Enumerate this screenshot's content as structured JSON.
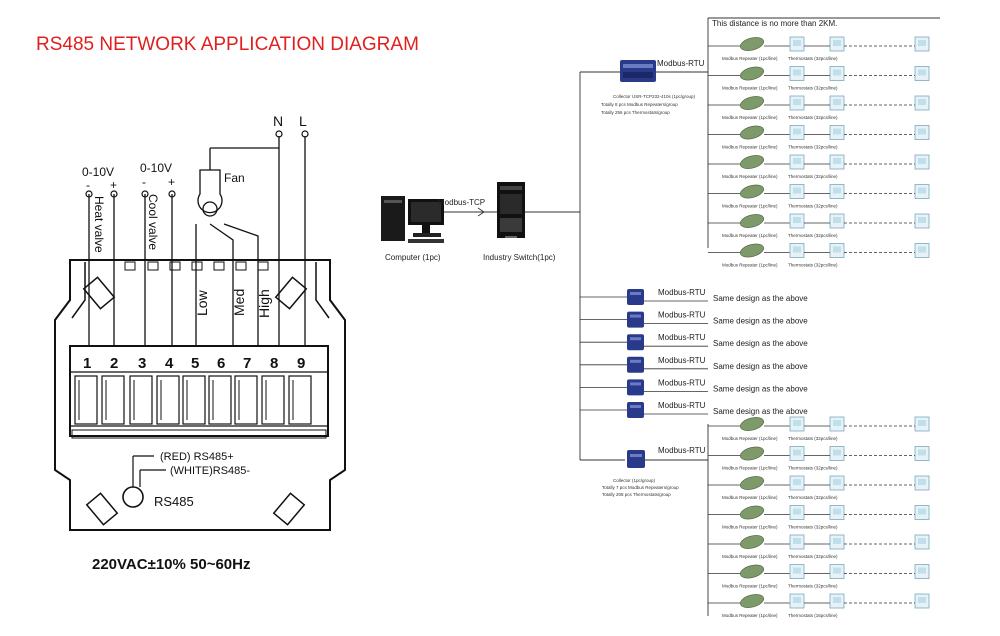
{
  "title": "RS485 NETWORK APPLICATION DIAGRAM",
  "supply": "220VAC±10%  50~60Hz",
  "wiring": {
    "n_label": "N",
    "l_label": "L",
    "heat_signal": "0-10V",
    "cool_signal": "0-10V",
    "heat_minus": "-",
    "heat_plus": "+",
    "cool_minus": "-",
    "cool_plus": "+",
    "heat_valve": "Heat valve",
    "cool_valve": "Cool valve",
    "fan": "Fan",
    "low": "Low",
    "med": "Med",
    "high": "High",
    "terminals": [
      "1",
      "2",
      "3",
      "4",
      "5",
      "6",
      "7",
      "8",
      "9"
    ],
    "rs485_red": "(RED) RS485+",
    "rs485_white": "(WHITE)RS485-",
    "rs485": "RS485"
  },
  "network": {
    "distance_note": "This distance is no more than 2KM.",
    "computer": "Computer (1pc)",
    "switch": "Industry Switch(1pc)",
    "modbus_tcp": "Modbus-TCP",
    "modbus_rtu": "Modbus-RTU",
    "collector_top": [
      "Collector USR-TCP232-410s (1pc/group)",
      "Totally 8 pcs Modbus Repeaters/group",
      "Totally 256 pcs Thermostats/group"
    ],
    "collector_bottom": [
      "Collector (1pc/group)",
      "Totally 7 pcs Modbus Repeaters/group",
      "Totally 208 pcs Thermostats/group"
    ],
    "repeater_label": "Modbus Repeater (1pc/line)",
    "thermostat_label": "Thermostats (32pcs/line)",
    "thermostat_label_last": "Thermostats (16pcs/line)",
    "same_design": "Same design as the above",
    "same_design_rows": 6,
    "top_lines": 8,
    "bottom_lines": 7,
    "accent_color": "#e0201e",
    "device_color": "#2a3a8a"
  }
}
